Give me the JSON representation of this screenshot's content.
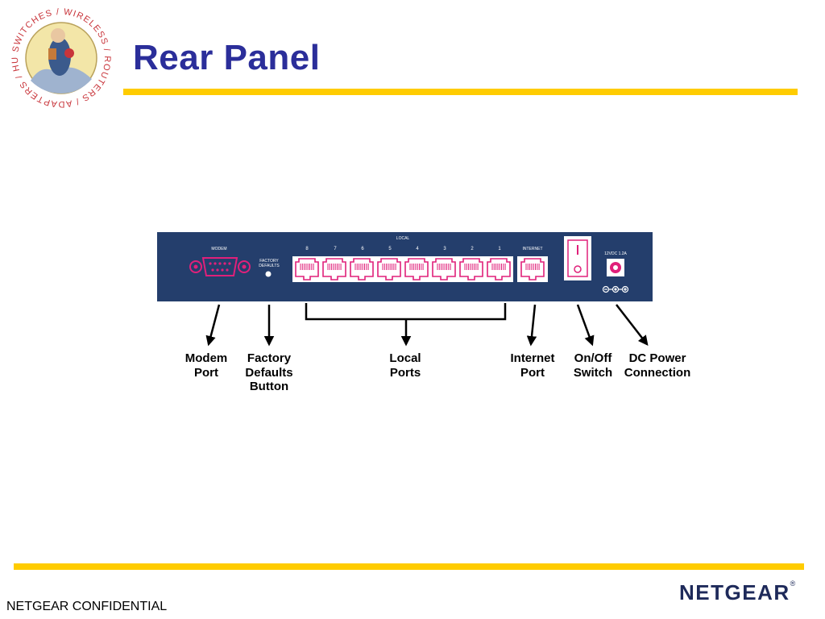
{
  "slide": {
    "title": "Rear Panel",
    "footer": "NETGEAR CONFIDENTIAL",
    "brand": "NETGEAR",
    "brand_mark": "®",
    "seal_words": [
      "WIRELESS",
      "ROUTERS",
      "ADAPTERS",
      "HUBS",
      "SWITCHES"
    ]
  },
  "colors": {
    "title": "#2b2e9a",
    "rule": "#ffcc00",
    "panel": "#243e6c",
    "port": "#e0207a"
  },
  "panel": {
    "modem_label": "MODEM",
    "factory_line1": "FACTORY",
    "factory_line2": "DEFAULTS",
    "local_label": "LOCAL",
    "port_numbers": [
      "8",
      "7",
      "6",
      "5",
      "4",
      "3",
      "2",
      "1"
    ],
    "internet_label": "INTERNET",
    "power_label": "12VDC 1.2A"
  },
  "callouts": [
    {
      "line1": "Modem",
      "line2": "Port",
      "line3": ""
    },
    {
      "line1": "Factory",
      "line2": "Defaults",
      "line3": "Button"
    },
    {
      "line1": "Local",
      "line2": "Ports",
      "line3": ""
    },
    {
      "line1": "Internet",
      "line2": "Port",
      "line3": ""
    },
    {
      "line1": "On/Off",
      "line2": "Switch",
      "line3": ""
    },
    {
      "line1": "DC Power",
      "line2": "Connection",
      "line3": ""
    }
  ]
}
